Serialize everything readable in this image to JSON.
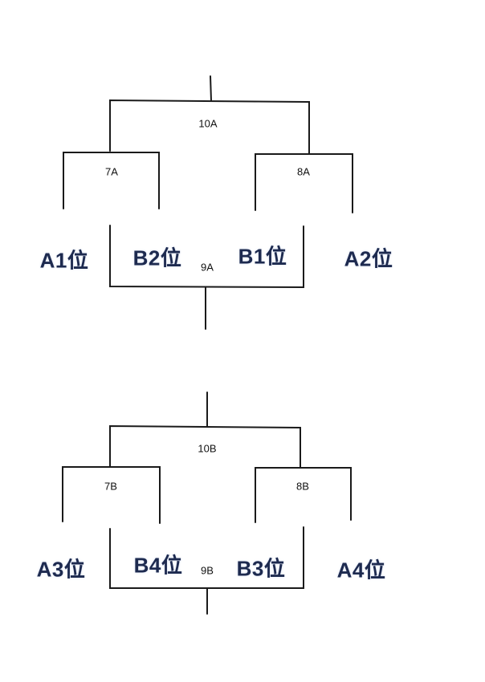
{
  "theme": {
    "line_color": "#1a1a1a",
    "seed_color": "#1d2a4f",
    "label_color": "#111111"
  },
  "brackets": [
    {
      "matches": {
        "final": "10A",
        "left": "7A",
        "right": "8A",
        "third": "9A"
      },
      "seeds": [
        "A1位",
        "B2位",
        "B1位",
        "A2位"
      ]
    },
    {
      "matches": {
        "final": "10B",
        "left": "7B",
        "right": "8B",
        "third": "9B"
      },
      "seeds": [
        "A3位",
        "B4位",
        "B3位",
        "A4位"
      ]
    }
  ]
}
